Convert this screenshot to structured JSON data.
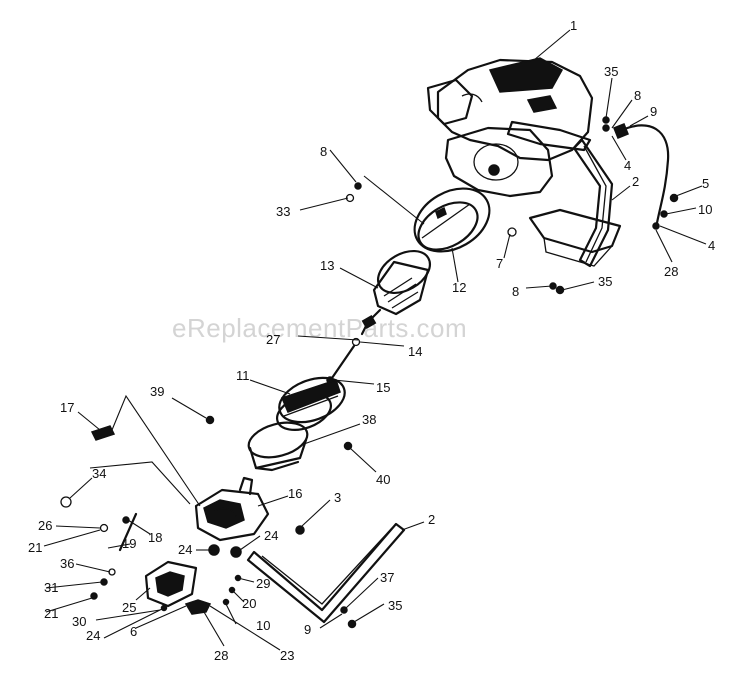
{
  "watermark": "eReplacementParts.com",
  "callouts": [
    "1",
    "35",
    "8",
    "9",
    "4",
    "2",
    "5",
    "10",
    "4",
    "28",
    "7",
    "8",
    "35",
    "8",
    "33",
    "12",
    "13",
    "27",
    "14",
    "15",
    "11",
    "39",
    "17",
    "38",
    "40",
    "34",
    "26",
    "21",
    "16",
    "3",
    "2",
    "18",
    "19",
    "24",
    "24",
    "36",
    "31",
    "21",
    "25",
    "30",
    "24",
    "6",
    "28",
    "29",
    "20",
    "10",
    "23",
    "37",
    "9",
    "35"
  ]
}
